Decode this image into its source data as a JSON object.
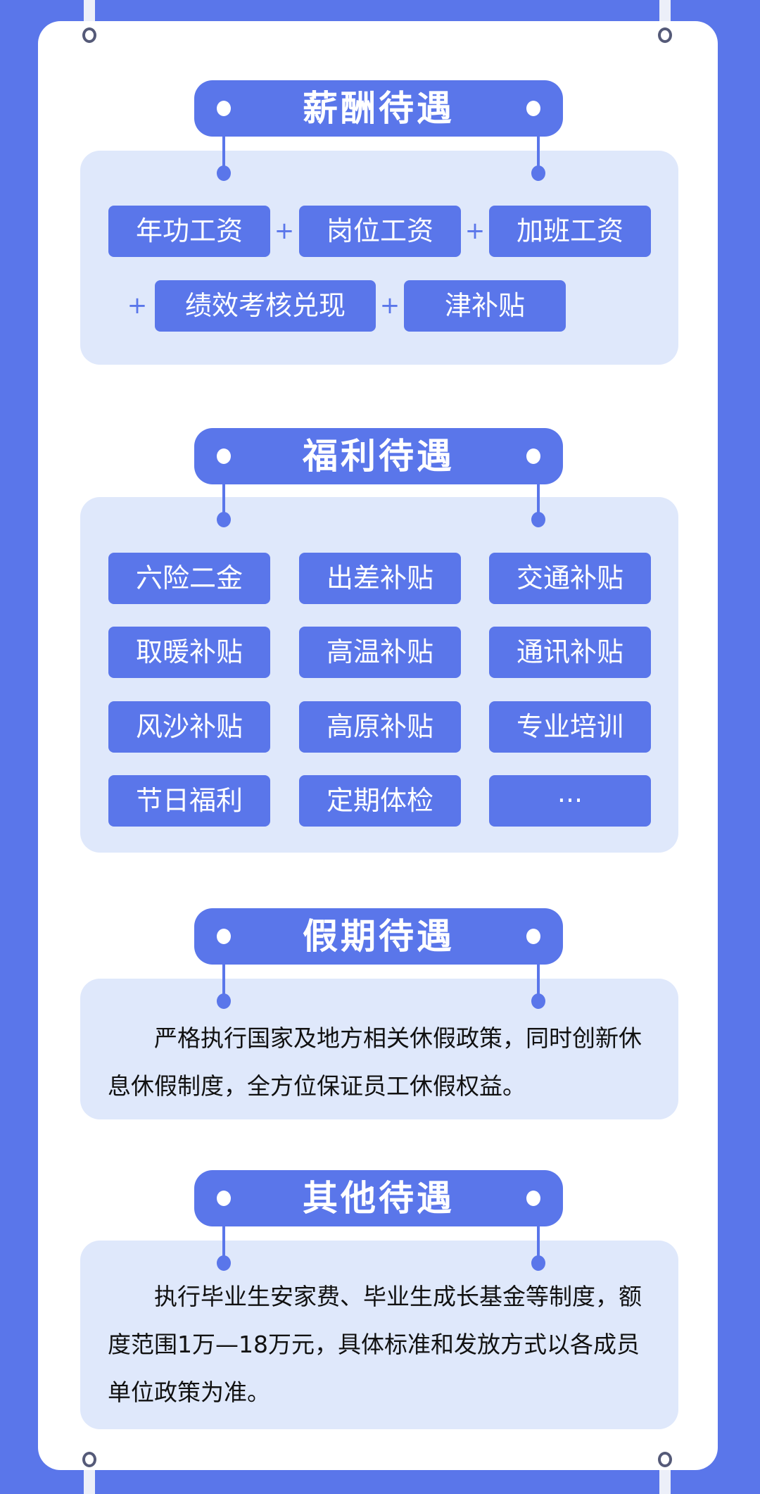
{
  "colors": {
    "primary": "#5a76ea",
    "panel": "#dfe8fb"
  },
  "sections": {
    "salary": {
      "title": "薪酬待遇",
      "items": [
        "年功工资",
        "岗位工资",
        "加班工资",
        "绩效考核兑现",
        "津补贴"
      ],
      "plus": "+"
    },
    "welfare": {
      "title": "福利待遇",
      "items": [
        "六险二金",
        "出差补贴",
        "交通补贴",
        "取暖补贴",
        "高温补贴",
        "通讯补贴",
        "风沙补贴",
        "高原补贴",
        "专业培训",
        "节日福利",
        "定期体检",
        "···"
      ]
    },
    "holiday": {
      "title": "假期待遇",
      "text": "严格执行国家及地方相关休假政策，同时创新休息休假制度，全方位保证员工休假权益。"
    },
    "other": {
      "title": "其他待遇",
      "text": "执行毕业生安家费、毕业生成长基金等制度，额度范围1万—18万元，具体标准和发放方式以各成员单位政策为准。"
    }
  }
}
